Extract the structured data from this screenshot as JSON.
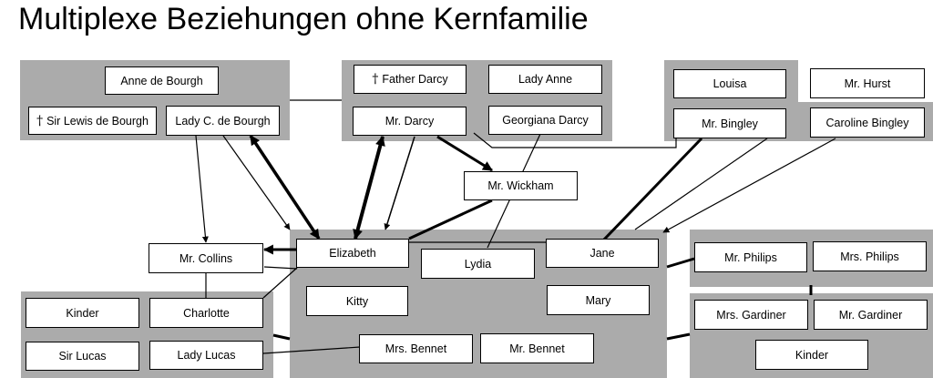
{
  "title": "Multiplexe Beziehungen ohne Kernfamilie",
  "nodes": {
    "anne_de_bourgh": {
      "label": "Anne de Bourgh"
    },
    "sir_lewis": {
      "label": "Sir Lewis de Bourgh",
      "marker": "†"
    },
    "lady_c": {
      "label": "Lady C. de Bourgh"
    },
    "father_darcy": {
      "label": "Father Darcy",
      "marker": "†"
    },
    "lady_anne": {
      "label": "Lady Anne"
    },
    "mr_darcy": {
      "label": "Mr. Darcy"
    },
    "georgiana": {
      "label": "Georgiana Darcy"
    },
    "louisa": {
      "label": "Louisa"
    },
    "mr_hurst": {
      "label": "Mr. Hurst"
    },
    "mr_bingley": {
      "label": "Mr. Bingley"
    },
    "caroline": {
      "label": "Caroline Bingley"
    },
    "mr_wickham": {
      "label": "Mr. Wickham"
    },
    "mr_collins": {
      "label": "Mr. Collins"
    },
    "elizabeth": {
      "label": "Elizabeth"
    },
    "lydia": {
      "label": "Lydia"
    },
    "jane": {
      "label": "Jane"
    },
    "kitty": {
      "label": "Kitty"
    },
    "mary": {
      "label": "Mary"
    },
    "mrs_bennet": {
      "label": "Mrs. Bennet"
    },
    "mr_bennet": {
      "label": "Mr. Bennet"
    },
    "kinder_lucas": {
      "label": "Kinder"
    },
    "charlotte": {
      "label": "Charlotte"
    },
    "sir_lucas": {
      "label": "Sir Lucas"
    },
    "lady_lucas": {
      "label": "Lady Lucas"
    },
    "mr_philips": {
      "label": "Mr. Philips"
    },
    "mrs_philips": {
      "label": "Mrs. Philips"
    },
    "mrs_gardiner": {
      "label": "Mrs. Gardiner"
    },
    "mr_gardiner": {
      "label": "Mr. Gardiner"
    },
    "kinder_gardiner": {
      "label": "Kinder"
    }
  },
  "edges": [
    {
      "from": "lady_c",
      "to": "mr_collins",
      "style": "arrow-thin"
    },
    {
      "from": "lady_c",
      "to": "elizabeth",
      "style": "arrow-thin"
    },
    {
      "from": "lady_c",
      "to": "elizabeth",
      "style": "arrow-bold-both"
    },
    {
      "from": "mr_darcy",
      "to": "elizabeth",
      "style": "arrow-bold-both"
    },
    {
      "from": "mr_darcy",
      "to": "elizabeth",
      "style": "arrow-thin"
    },
    {
      "from": "mr_darcy",
      "to": "mr_wickham",
      "style": "arrow-bold"
    },
    {
      "from": "mr_wickham",
      "to": "elizabeth",
      "style": "line-bold"
    },
    {
      "from": "mr_bingley",
      "to": "jane",
      "style": "line-bold"
    },
    {
      "from": "mr_bingley",
      "to": "jane",
      "style": "line-thin"
    },
    {
      "from": "caroline",
      "to": "jane",
      "style": "arrow-thin"
    },
    {
      "from": "elizabeth",
      "to": "mr_collins",
      "style": "arrow-bold"
    },
    {
      "from": "elizabeth",
      "to": "jane",
      "style": "line-thin"
    },
    {
      "from": "georgiana",
      "to": "lydia",
      "style": "line-thin"
    },
    {
      "from": "mr_collins",
      "to": "charlotte",
      "style": "line-thin"
    },
    {
      "from": "elizabeth",
      "to": "charlotte",
      "style": "line-thin"
    },
    {
      "from": "lady_lucas",
      "to": "mrs_bennet",
      "style": "line-thin"
    },
    {
      "from": "mr_bingley",
      "to": "mr_darcy",
      "style": "line-thin"
    },
    {
      "from": "de_bourgh_group",
      "to": "darcy_group",
      "style": "line-thin"
    },
    {
      "from": "mrs_philips",
      "to": "mrs_gardiner",
      "style": "line-bold"
    },
    {
      "from": "jane",
      "to": "philips_group",
      "style": "line-bold"
    },
    {
      "from": "mrs_bennet",
      "to": "gardiner_group",
      "style": "line-bold"
    },
    {
      "from": "bennet_group",
      "to": "lucas_group",
      "style": "line-bold"
    }
  ]
}
